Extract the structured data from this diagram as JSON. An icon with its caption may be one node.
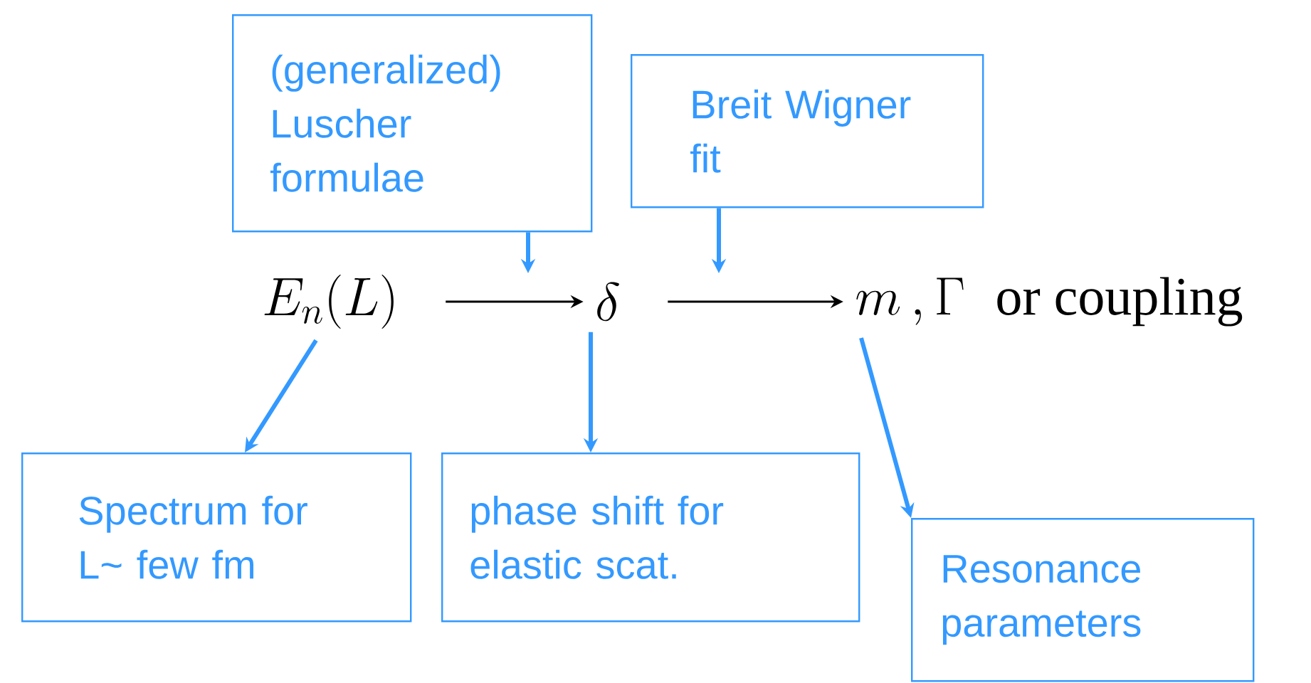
{
  "diagram": {
    "nodes": [
      {
        "text": [
          "(generalized) Luscher formulae"
        ]
      },
      {
        "text": [
          "Breit Wigner fit"
        ]
      },
      {
        "text": [
          "E_{n}(L)"
        ]
      },
      {
        "text": [
          "\\delta"
        ]
      },
      {
        "text": [
          "m\\,,\\Gamma",
          "or coupling"
        ]
      },
      {
        "text": [
          "Spectrum for L~ few fm"
        ]
      },
      {
        "text": [
          "phase shift for elastic scat."
        ]
      },
      {
        "text": [
          "Resonance parameters"
        ]
      }
    ],
    "edges": [
      {
        "from": 0,
        "to": null,
        "arrow": "to"
      },
      {
        "from": 1,
        "to": null,
        "arrow": "to"
      },
      {
        "from": 2,
        "to": 3,
        "arrow": "to",
        "color": "#000000"
      },
      {
        "from": 3,
        "to": 4,
        "arrow": "to",
        "color": "#000000"
      },
      {
        "from": 2,
        "to": 5,
        "arrow": "to"
      },
      {
        "from": 3,
        "to": 6,
        "arrow": "to"
      },
      {
        "from": 4,
        "to": 7,
        "arrow": "to"
      }
    ]
  }
}
